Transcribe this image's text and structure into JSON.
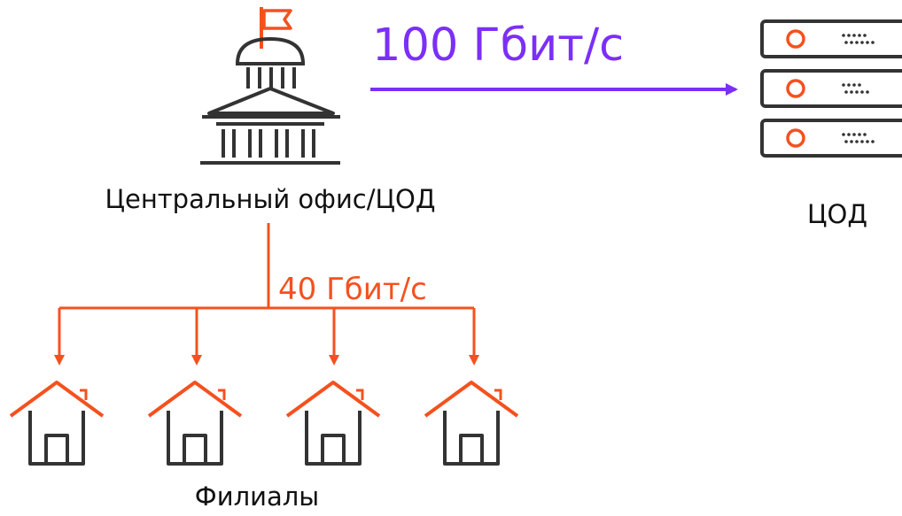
{
  "nodes": {
    "hq": {
      "label": "Центральный офис/ЦОД",
      "icon": "government-building-icon"
    },
    "datacenter": {
      "label": "ЦОД",
      "icon": "server-rack-icon"
    },
    "branches": {
      "label": "Филиалы",
      "icon": "house-icon",
      "count": 4
    }
  },
  "links": {
    "hq_to_dc": {
      "label": "100 Гбит/с",
      "color": "#7B2FF7"
    },
    "hq_to_branches": {
      "label": "40 Гбит/с",
      "color": "#F4511E"
    }
  },
  "colors": {
    "icon_stroke": "#333333",
    "accent": "#F4511E",
    "text": "#111111"
  }
}
